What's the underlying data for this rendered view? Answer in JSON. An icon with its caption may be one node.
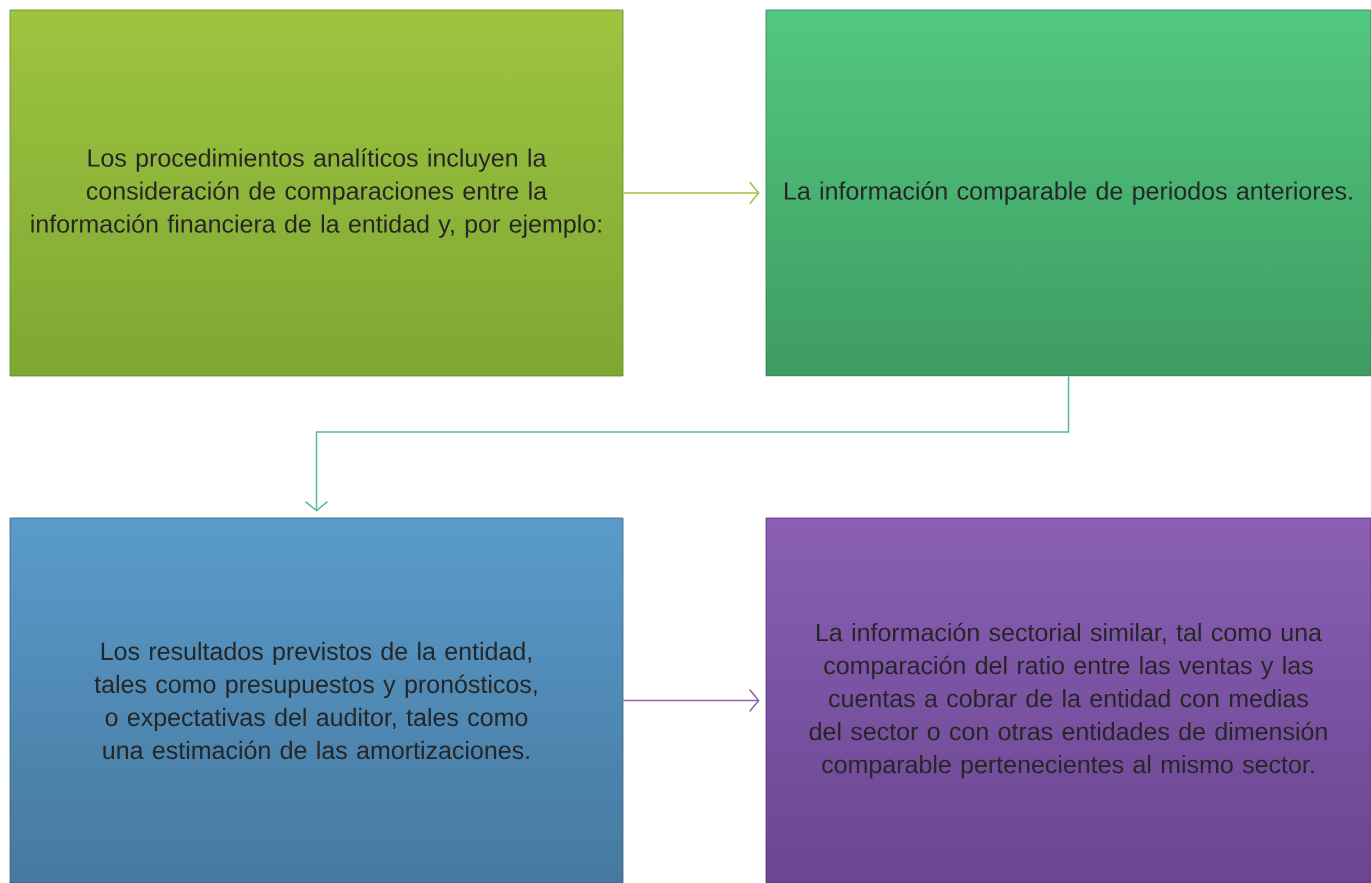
{
  "diagram": {
    "nodes": [
      {
        "text": [
          "Los procedimientos analíticos incluyen la consideración de comparaciones entre la información financiera de la entidad y, por ejemplo:"
        ]
      },
      {
        "text": [
          "La información comparable de periodos anteriores."
        ]
      },
      {
        "text": [
          "Los resultados previstos de la entidad, tales como presupuestos y pronósticos, o expectativas del auditor, tales como una estimación de las amortizaciones."
        ]
      },
      {
        "text": [
          "La información sectorial similar, tal como una comparación del ratio entre las ventas y las cuentas a cobrar de la entidad con medias del sector o con otras entidades de dimensión comparable pertenecientes al mismo sector."
        ]
      }
    ],
    "edges": [
      {
        "from": 0,
        "to": 1,
        "arrow": "to",
        "color": "#9bc43c"
      },
      {
        "from": 1,
        "to": 2,
        "arrow": "to",
        "color": "#5bb5a0"
      },
      {
        "from": 2,
        "to": 3,
        "arrow": "to",
        "color": "#8a60b0"
      }
    ]
  }
}
